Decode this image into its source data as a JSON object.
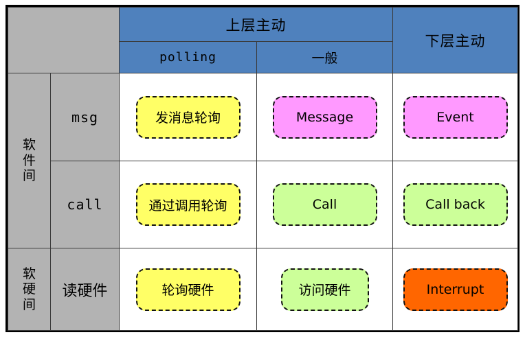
{
  "colors": {
    "header_blue": "#4F81BD",
    "label_grey": "#B3B3B3",
    "yellow": "#FFFF66",
    "pink": "#FF99FF",
    "green": "#CCFF99",
    "orange": "#FF6600",
    "border": "#000000"
  },
  "header": {
    "corner_label": "",
    "upper_active": "上层主动",
    "lower_active": "下层主动",
    "sub_polling": "polling",
    "sub_general": "一般"
  },
  "row_groups": [
    {
      "label": "软件间"
    },
    {
      "label": "软硬间"
    }
  ],
  "rows": [
    {
      "group": "软件间",
      "label": "msg",
      "cells": [
        {
          "text": "发消息轮询",
          "color": "yellow"
        },
        {
          "text": "Message",
          "color": "pink"
        },
        {
          "text": "Event",
          "color": "pink"
        }
      ]
    },
    {
      "group": "软件间",
      "label": "call",
      "cells": [
        {
          "text": "通过调用轮询",
          "color": "yellow"
        },
        {
          "text": "Call",
          "color": "green"
        },
        {
          "text": "Call back",
          "color": "green"
        }
      ]
    },
    {
      "group": "软硬间",
      "label": "读硬件",
      "cells": [
        {
          "text": "轮询硬件",
          "color": "yellow"
        },
        {
          "text": "访问硬件",
          "color": "green"
        },
        {
          "text": "Interrupt",
          "color": "orange"
        }
      ]
    }
  ]
}
